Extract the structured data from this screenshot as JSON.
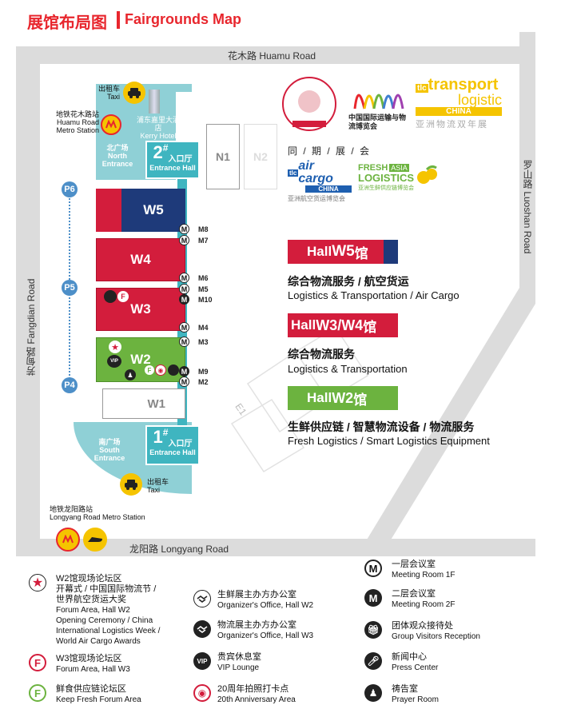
{
  "header": {
    "title_cn": "展馆布局图",
    "title_en": "Fairgrounds Map"
  },
  "roads": {
    "top": "花木路  Huamu Road",
    "bottom": "龙阳路  Longyang Road",
    "left": "芳甸路  Fangdian Road",
    "right": "罗山路  Luoshan Road"
  },
  "north": {
    "taxi_cn": "出租车",
    "taxi_en": "Taxi",
    "metro_cn": "地铁花木路站",
    "metro_en1": "Huamu Road",
    "metro_en2": "Metro Station",
    "hotel_cn": "浦东嘉里大酒店",
    "hotel_en": "Kerry Hotel",
    "plaza_cn": "北广场",
    "plaza_en1": "North",
    "plaza_en2": "Entrance",
    "hall_num": "2",
    "hall_cn": "入口厅",
    "hall_en": "Entrance Hall"
  },
  "south": {
    "plaza_cn": "南广场",
    "plaza_en1": "South",
    "plaza_en2": "Entrance",
    "hall_num": "1",
    "hall_cn": "入口厅",
    "hall_en": "Entrance Hall",
    "taxi_cn": "出租车",
    "taxi_en": "Taxi",
    "metro_cn": "地铁龙阳路站",
    "metro_en": "Longyang Road Metro Station"
  },
  "halls": {
    "w5": "W5",
    "w4": "W4",
    "w3": "W3",
    "w2": "W2",
    "w1": "W1",
    "n1": "N1",
    "n2": "N2",
    "e1": "E1"
  },
  "parking": [
    "P6",
    "P5",
    "P4"
  ],
  "meeting_rooms": {
    "m8": "M8",
    "m7": "M7",
    "m6": "M6",
    "m5": "M5",
    "m10": "M10",
    "m4": "M4",
    "m3": "M3",
    "m9": "M9",
    "m2": "M2",
    "m": "M"
  },
  "logos": {
    "tl_cn": "中国国际运输与物流博览会",
    "transport": "transport",
    "logistic": "logistic",
    "china": "CHINA",
    "tl_sub": "亚洲物流双年展",
    "concurrent": "同 / 期 / 展 / 会",
    "aircargo": "air cargo",
    "aircargo_china": "CHINA",
    "aircargo_cn": "亚洲航空货运博览会",
    "fresh": "FRESH",
    "asia": "ASIA",
    "logistics": "LOGISTICS",
    "fresh_cn": "亚洲生鲜供应链博览会"
  },
  "hall_info": [
    {
      "badge_pre": "Hall ",
      "badge_hall": "W5",
      "badge_cn": " 馆",
      "color": "#d31d3c",
      "border": "#1e3a7a",
      "cn": "综合物流服务 / 航空货运",
      "en": "Logistics & Transportation / Air Cargo"
    },
    {
      "badge_pre": "Hall ",
      "badge_hall": "W3/W4",
      "badge_cn": " 馆",
      "color": "#d31d3c",
      "border": "#d31d3c",
      "cn": "综合物流服务",
      "en": "Logistics & Transportation"
    },
    {
      "badge_pre": "Hall ",
      "badge_hall": "W2",
      "badge_cn": " 馆",
      "color": "#6cb33f",
      "border": "#6cb33f",
      "cn": "生鲜供应链 / 智慧物流设备 / 物流服务",
      "en": "Fresh Logistics / Smart Logistics Equipment"
    }
  ],
  "legend": {
    "col1": [
      {
        "icon": "star",
        "lines": [
          "W2馆现场论坛区",
          "开幕式 / 中国国际物流节 /",
          "世界航空货运大奖"
        ],
        "en": [
          "Forum Area, Hall W2",
          "Opening Ceremony / China",
          "International Logistics Week  /",
          "World Air Cargo Awards"
        ]
      },
      {
        "icon": "F",
        "lines": [
          "W3馆现场论坛区"
        ],
        "en": [
          "Forum Area, Hall W3"
        ]
      },
      {
        "icon": "F",
        "lines": [
          "鲜食供应链论坛区"
        ],
        "en": [
          "Keep Fresh Forum Area"
        ]
      }
    ],
    "col2": [
      {
        "icon": "handshake",
        "lines": [
          "生鲜展主办方办公室"
        ],
        "en": [
          "Organizer's Office, Hall W2"
        ]
      },
      {
        "icon": "handshake",
        "lines": [
          "物流展主办方办公室"
        ],
        "en": [
          "Organizer's Office, Hall W3"
        ]
      },
      {
        "icon": "VIP",
        "lines": [
          "贵宾休息室"
        ],
        "en": [
          "VIP Lounge"
        ]
      },
      {
        "icon": "camera",
        "lines": [
          "20周年拍照打卡点"
        ],
        "en": [
          "20th Anniversary Area"
        ]
      }
    ],
    "col3": [
      {
        "icon": "M",
        "lines": [
          "一层会议室"
        ],
        "en": [
          "Meeting Room 1F"
        ]
      },
      {
        "icon": "Mdark",
        "lines": [
          "二层会议室"
        ],
        "en": [
          "Meeting Room 2F"
        ]
      },
      {
        "icon": "gift",
        "lines": [
          "团体观众接待处"
        ],
        "en": [
          "Group Visitors Reception"
        ]
      },
      {
        "icon": "press",
        "lines": [
          "新闻中心"
        ],
        "en": [
          "Press Center"
        ]
      },
      {
        "icon": "prayer",
        "lines": [
          "祷告室"
        ],
        "en": [
          "Prayer Room"
        ]
      }
    ]
  },
  "colors": {
    "red": "#d31d3c",
    "navy": "#1e3a7a",
    "green": "#6cb33f",
    "teal": "#3fb5c0",
    "title": "#e8262d"
  }
}
